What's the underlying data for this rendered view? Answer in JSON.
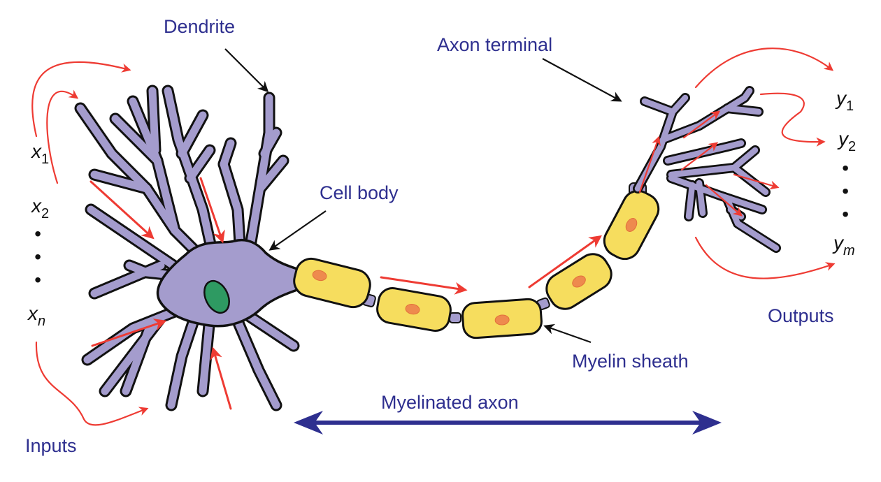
{
  "diagram": {
    "title": "Biological neuron with inputs and outputs",
    "labels": {
      "dendrite": "Dendrite",
      "cell_body": "Cell body",
      "axon_terminal": "Axon terminal",
      "myelin_sheath": "Myelin sheath",
      "myelinated_axon": "Myelinated axon",
      "inputs": "Inputs",
      "outputs": "Outputs"
    },
    "inputs": [
      {
        "base": "x",
        "sub": "1"
      },
      {
        "base": "x",
        "sub": "2"
      },
      {
        "base": "x",
        "sub": "n"
      }
    ],
    "outputs": [
      {
        "base": "y",
        "sub": "1"
      },
      {
        "base": "y",
        "sub": "2"
      },
      {
        "base": "y",
        "sub": "m"
      }
    ],
    "ellipsis_dots": "•",
    "colors": {
      "label_text": "#2e2f8f",
      "neuron_fill": "#a49ccd",
      "myelin_fill": "#f6dd5e",
      "nucleus": "#2e9a62",
      "signal_arrows": "#ee3b33",
      "axon_span_arrow": "#2e2f8f"
    }
  }
}
